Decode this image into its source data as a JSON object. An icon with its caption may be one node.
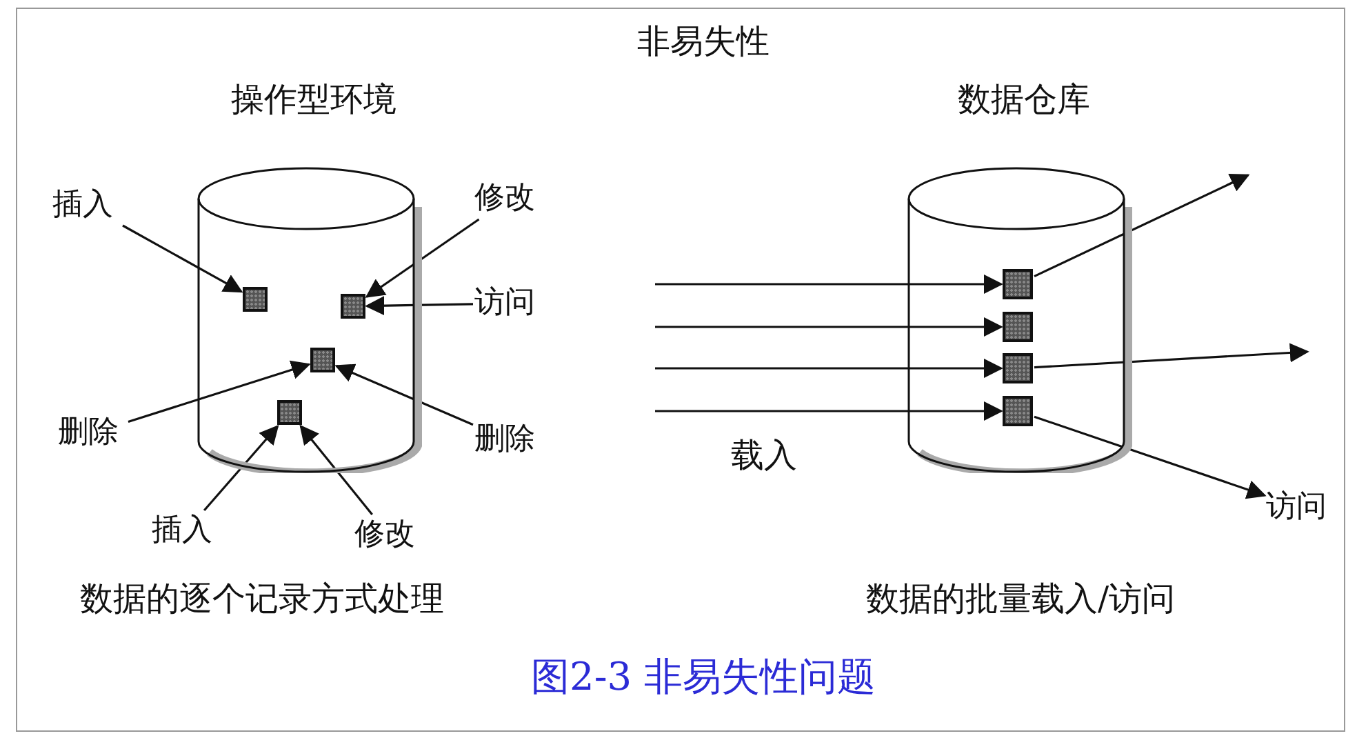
{
  "diagram": {
    "title": "非易失性",
    "caption": "图2-3 非易失性问题",
    "nodes": [
      {
        "text": [
          "操作型环境"
        ]
      },
      {
        "text": [],
        "shape": "box",
        "in": 0
      },
      {
        "text": [],
        "shape": "box",
        "in": 0
      },
      {
        "text": [],
        "shape": "box",
        "in": 0
      },
      {
        "text": [],
        "shape": "box",
        "in": 0
      },
      {
        "text": [
          "插入"
        ]
      },
      {
        "text": [
          "修改"
        ]
      },
      {
        "text": [
          "访问"
        ]
      },
      {
        "text": [
          "删除"
        ]
      },
      {
        "text": [
          "删除"
        ]
      },
      {
        "text": [
          "插入"
        ]
      },
      {
        "text": [
          "修改"
        ]
      },
      {
        "text": [
          "数据仓库"
        ]
      },
      {
        "text": [],
        "shape": "box",
        "in": 12
      },
      {
        "text": [],
        "shape": "box",
        "in": 12
      },
      {
        "text": [],
        "shape": "box",
        "in": 12
      },
      {
        "text": [],
        "shape": "box",
        "in": 12
      },
      {
        "text": [
          "访问"
        ]
      }
    ],
    "edges": [
      {
        "from": 5,
        "to": 1,
        "arrow": "to"
      },
      {
        "from": 6,
        "to": 2,
        "arrow": "to"
      },
      {
        "from": 7,
        "to": 2,
        "arrow": "to"
      },
      {
        "from": 8,
        "to": 3,
        "arrow": "to"
      },
      {
        "from": 9,
        "to": 3,
        "arrow": "to"
      },
      {
        "from": 10,
        "to": 4,
        "arrow": "to"
      },
      {
        "from": 11,
        "to": 4,
        "arrow": "to"
      },
      {
        "from": null,
        "to": 13,
        "arrow": "to"
      },
      {
        "from": null,
        "to": 14,
        "arrow": "to"
      },
      {
        "from": null,
        "to": 15,
        "arrow": "to"
      },
      {
        "from": null,
        "to": 16,
        "arrow": "to"
      },
      {
        "from": 13,
        "to": null,
        "arrow": "to"
      },
      {
        "from": 15,
        "to": null,
        "arrow": "to"
      },
      {
        "from": 16,
        "to": 17,
        "arrow": "to"
      }
    ],
    "labels": [
      "数据的逐个记录方式处理",
      "载入",
      "数据的批量载入/访问"
    ]
  }
}
